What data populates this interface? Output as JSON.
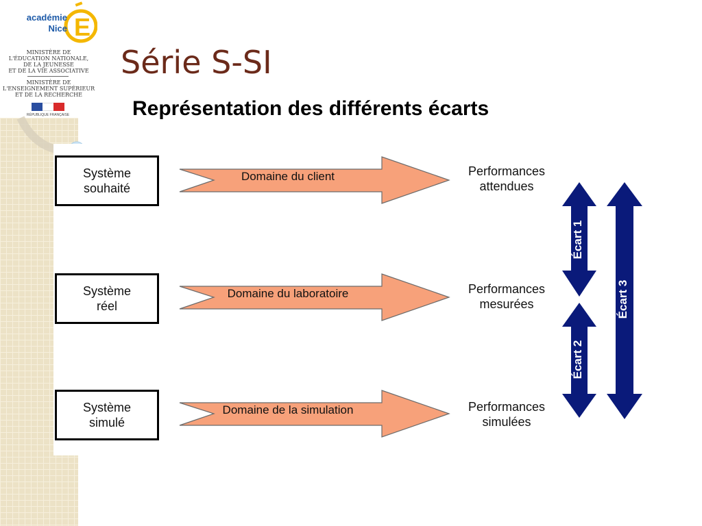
{
  "logo": {
    "academie": "académie",
    "nice": "Nice",
    "ministry_1": [
      "MINISTÈRE DE",
      "L'ÉDUCATION NATIONALE,",
      "DE LA JEUNESSE",
      "ET DE LA VIE ASSOCIATIVE"
    ],
    "ministry_2": [
      "MINISTÈRE DE",
      "L'ENSEIGNEMENT SUPÉRIEUR",
      "ET DE LA RECHERCHE"
    ],
    "republic": "RÉPUBLIQUE FRANÇAISE"
  },
  "title": "Série S-SI",
  "subtitle": "Représentation des différents écarts",
  "rows": [
    {
      "system": [
        "Système",
        "souhaité"
      ],
      "domain": "Domaine du client",
      "performance": [
        "Performances",
        "attendues"
      ]
    },
    {
      "system": [
        "Système",
        "réel"
      ],
      "domain": "Domaine du laboratoire",
      "performance": [
        "Performances",
        "mesurées"
      ]
    },
    {
      "system": [
        "Système",
        "simulé"
      ],
      "domain": "Domaine de la simulation",
      "performance": [
        "Performances",
        "simulées"
      ]
    }
  ],
  "ecarts": [
    "Écart 1",
    "Écart 2",
    "Écart 3"
  ],
  "colors": {
    "title": "#6b2a1a",
    "arrow_fill": "#f7a17a",
    "double_arrow": "#0a1a7a",
    "logo_blue": "#1d5aa8",
    "logo_yellow": "#f4b700"
  }
}
